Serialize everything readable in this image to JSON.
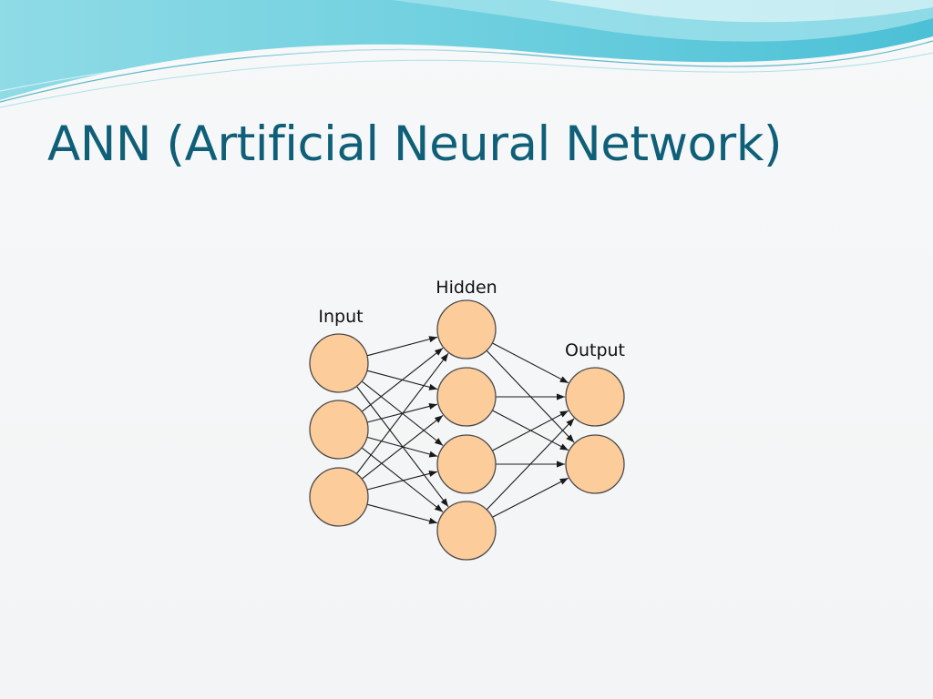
{
  "slide": {
    "title": "ANN (Artificial Neural Network)"
  },
  "diagram": {
    "layers": [
      {
        "id": "input",
        "label": "Input",
        "count": 3
      },
      {
        "id": "hidden",
        "label": "Hidden",
        "count": 4
      },
      {
        "id": "output",
        "label": "Output",
        "count": 2
      }
    ],
    "connections": "fully-connected",
    "colors": {
      "neuron_fill": "#fdcc9b",
      "neuron_stroke": "#4a4a4a",
      "edge": "#1a1a1a",
      "title": "#0f5f78",
      "header_wave": "#5fc9d9"
    }
  }
}
